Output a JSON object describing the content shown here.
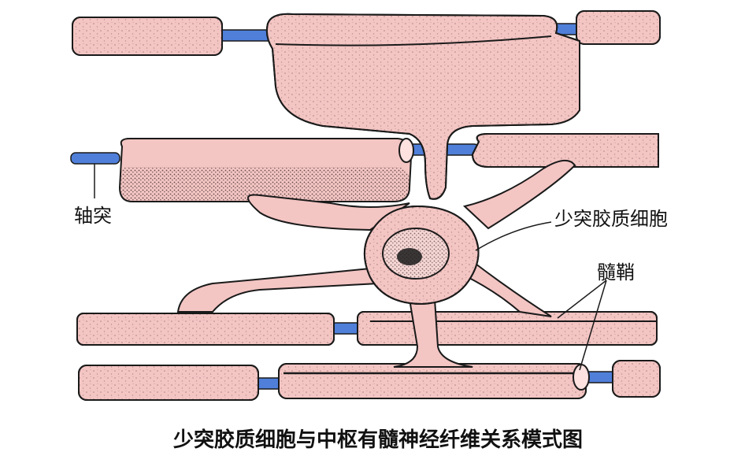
{
  "labels": {
    "axon": "轴突",
    "oligodendrocyte": "少突胶质细胞",
    "myelin_sheath": "髓鞘"
  },
  "caption": "少突胶质细胞与中枢有髓神经纤维关系模式图",
  "colors": {
    "myelin": "#f3c5c3",
    "axon": "#4f7fd9",
    "outline": "#1a1a1a",
    "background": "#ffffff"
  }
}
